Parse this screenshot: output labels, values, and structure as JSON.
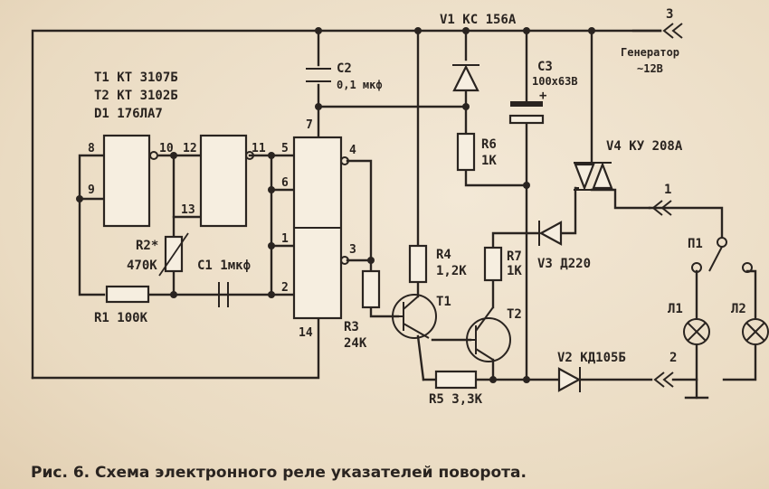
{
  "parts_list": [
    "T1  КТ 3107Б",
    "T2  КТ 3102Б",
    "D1  176ЛА7"
  ],
  "labels": {
    "v1": "V1  КС 156А",
    "c2_name": "C2",
    "c2_value": "0,1 мкф",
    "c3_name": "C3",
    "c3_value": "100х63В",
    "c3_plus": "+",
    "r6_name": "R6",
    "r6_value": "1К",
    "v4": "V4  КУ 208А",
    "r4_name": "R4",
    "r4_value": "1,2К",
    "r7_name": "R7",
    "r7_value": "1К",
    "v3": "V3 Д220",
    "t1": "T1",
    "t2": "T2",
    "r2_name": "R2*",
    "r2_value": "470К",
    "c1": "C1 1мкф",
    "r1": "R1 100К",
    "r3_name": "R3",
    "r3_value": "24К",
    "r5": "R5  3,3К",
    "v2": "V2  КД105Б",
    "generator_pin": "3",
    "generator_name": "Генератор",
    "generator_voltage": "~12В",
    "terminal_1": "1",
    "terminal_2": "2",
    "p1": "П1",
    "a1": "Л1",
    "a2": "Л2"
  },
  "pins": {
    "p8": "8",
    "p9": "9",
    "p10": "10",
    "p12": "12",
    "p13": "13",
    "p11": "11",
    "p5": "5",
    "p6": "6",
    "p1": "1",
    "p2": "2",
    "p7": "7",
    "p4": "4",
    "p3": "3",
    "p14": "14"
  },
  "caption": "Рис. 6. Схема электронного реле указателей поворота."
}
